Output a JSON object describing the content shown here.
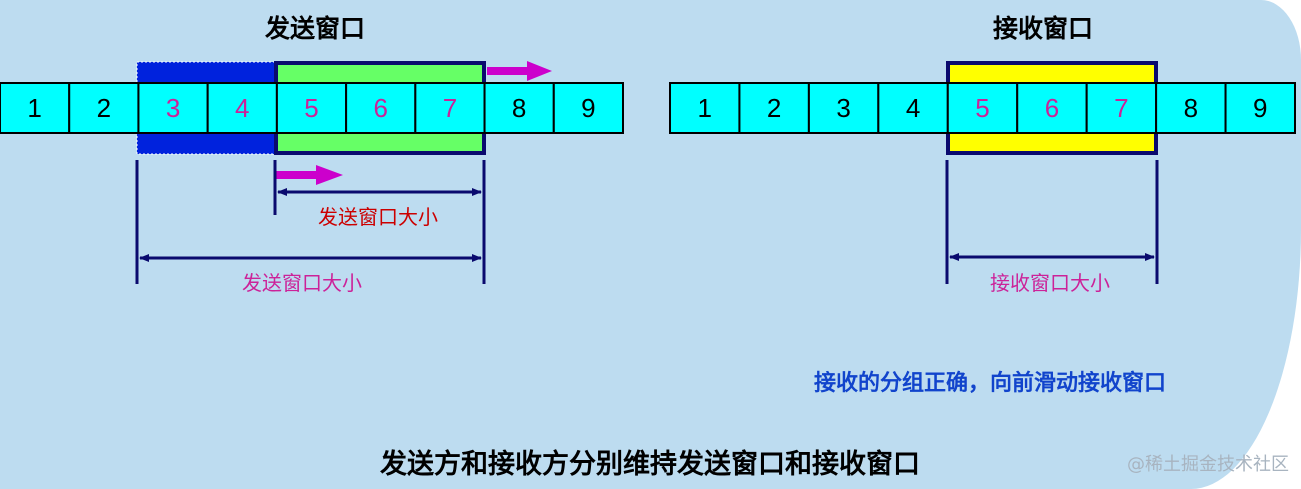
{
  "sender": {
    "title": "发送窗口",
    "cells": [
      "1",
      "2",
      "3",
      "4",
      "5",
      "6",
      "7",
      "8",
      "9"
    ],
    "cell_colors": [
      "#000000",
      "#000000",
      "#cc2299",
      "#cc2299",
      "#cc2299",
      "#cc2299",
      "#cc2299",
      "#000000",
      "#000000"
    ],
    "new_window_size_label": "发送窗口大小",
    "old_window_size_label": "发送窗口大小"
  },
  "receiver": {
    "title": "接收窗口",
    "cells": [
      "1",
      "2",
      "3",
      "4",
      "5",
      "6",
      "7",
      "8",
      "9"
    ],
    "cell_colors": [
      "#000000",
      "#000000",
      "#000000",
      "#000000",
      "#cc2299",
      "#cc2299",
      "#cc2299",
      "#000000",
      "#000000"
    ],
    "window_size_label": "接收窗口大小"
  },
  "note": "接收的分组正确，向前滑动接收窗口",
  "caption": "发送方和接收方分别维持发送窗口和接收窗口",
  "watermark": "@稀土掘金技术社区",
  "colors": {
    "background": "#bddcf0",
    "cell_fill": "#00ffff",
    "sent_region": "#0022dd",
    "send_window": "#66ff66",
    "receive_window": "#ffff00",
    "arrow": "#cc00cc",
    "dimension_line": "#0a0a6e"
  }
}
